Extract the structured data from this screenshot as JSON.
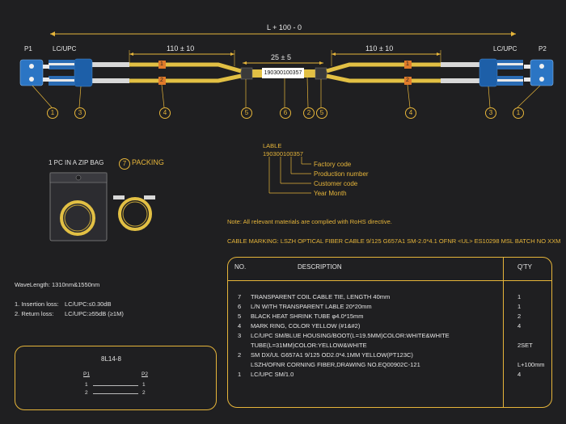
{
  "dimensions": {
    "overall": "L + 100 - 0",
    "left_breakout": "110 ± 10",
    "right_breakout": "110 ± 10",
    "center": "25 ± 5"
  },
  "ends": {
    "left_port": "P1",
    "left_connector": "LC/UPC",
    "right_port": "P2",
    "right_connector": "LC/UPC"
  },
  "cable_label_text": "190300100357",
  "mark_rings": [
    "1",
    "2"
  ],
  "callouts_left": [
    "1",
    "3",
    "4",
    "5",
    "6",
    "2"
  ],
  "callouts_right": [
    "5",
    "4",
    "3",
    "1"
  ],
  "label_legend": {
    "title": "LABLE",
    "code": "190300100357",
    "items": [
      "Factory code",
      "Production number",
      "Customer code",
      "Year Month"
    ]
  },
  "packing": {
    "bag_text": "1 PC IN A ZIP BAG",
    "number": "7",
    "title": "PACKING"
  },
  "rohs_note": "Note: All relevant materials are complied with RoHS directive.",
  "cable_marking": "CABLE MARKING: LSZH OPTICAL FIBER CABLE 9/125 G657A1 SM-2.0*4.1 OFNR <UL> ES10298 MSL BATCH NO XXM",
  "specs": {
    "wavelength": "WaveLength: 1310nm&1550nm",
    "insertion_label": "1. Insertion loss:",
    "insertion_value": "LC/UPC:≤0.30dB",
    "return_label": "2. Return loss:",
    "return_value": "LC/UPC:≥55dB (≥1M)"
  },
  "wiring": {
    "title": "8L14-8",
    "p1": "P1",
    "p2": "P2",
    "rows": [
      [
        "1",
        "1"
      ],
      [
        "2",
        "2"
      ]
    ]
  },
  "bom": {
    "headers": {
      "no": "NO.",
      "desc": "DESCRIPTION",
      "qty": "Q'TY"
    },
    "rows": [
      {
        "no": "7",
        "desc": "TRANSPARENT COIL CABLE TIE, LENGTH 40mm",
        "qty": "1"
      },
      {
        "no": "6",
        "desc": "L/N WITH TRANSPARENT LABLE 20*20mm",
        "qty": "1"
      },
      {
        "no": "5",
        "desc": "BLACK HEAT SHRINK TUBE φ4.0*15mm",
        "qty": "2"
      },
      {
        "no": "4",
        "desc": "MARK RING, COLOR YELLOW (#1&#2)",
        "qty": "4"
      },
      {
        "no": "3",
        "desc": "LC/UPC SM/BLUE HOUSING/BOOT(L=19.5MM)COLOR:WHITE&WHITE",
        "qty": ""
      },
      {
        "no": "",
        "desc": "TUBE(L=31MM)COLOR:YELLOW&WHITE",
        "qty": "2SET"
      },
      {
        "no": "2",
        "desc": "SM DX/UL G657A1 9/125 OD2.0*4.1MM YELLOW(PT123C)",
        "qty": ""
      },
      {
        "no": "",
        "desc": "LSZH/OFNR CORNING FIBER,DRAWING NO.EQ00902C-121",
        "qty": "L+100mm"
      },
      {
        "no": "1",
        "desc": "LC/UPC SM/1.0",
        "qty": "4"
      }
    ]
  }
}
